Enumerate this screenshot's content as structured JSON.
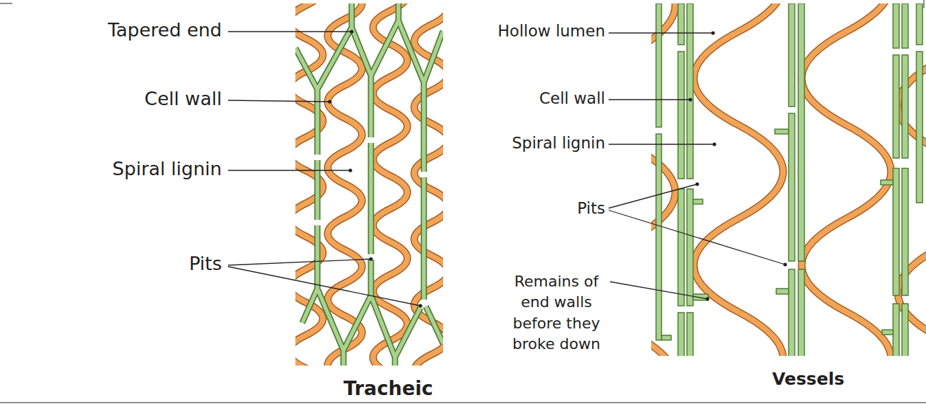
{
  "diagram": {
    "labels": [
      "Tapered end",
      "Cell wall",
      "Spiral lignin",
      "Pits",
      "Tracheic",
      "Hollow lumen",
      "Cell wall",
      "Spiral lignin",
      "Pits",
      "Remains of end walls before they broke down",
      "Vessels"
    ]
  }
}
